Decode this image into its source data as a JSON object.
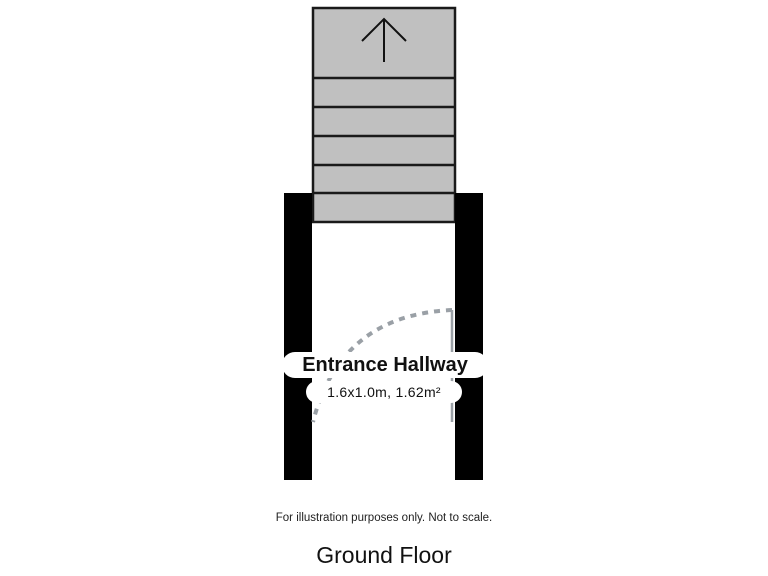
{
  "floorplan": {
    "floor_name": "Ground Floor",
    "disclaimer": "For illustration purposes only. Not to scale.",
    "rooms": [
      {
        "name": "Entrance Hallway",
        "dimensions": "1.6x1.0m, 1.62m²"
      }
    ],
    "staircase": {
      "direction": "up",
      "icon": "arrow-up-icon",
      "treads": 5
    },
    "colors": {
      "wall": "#000000",
      "stairs_fill": "#c0c0c0",
      "stairs_outline": "#1a1a1a",
      "door_swing": "#9aa0a6",
      "background": "#ffffff"
    }
  }
}
